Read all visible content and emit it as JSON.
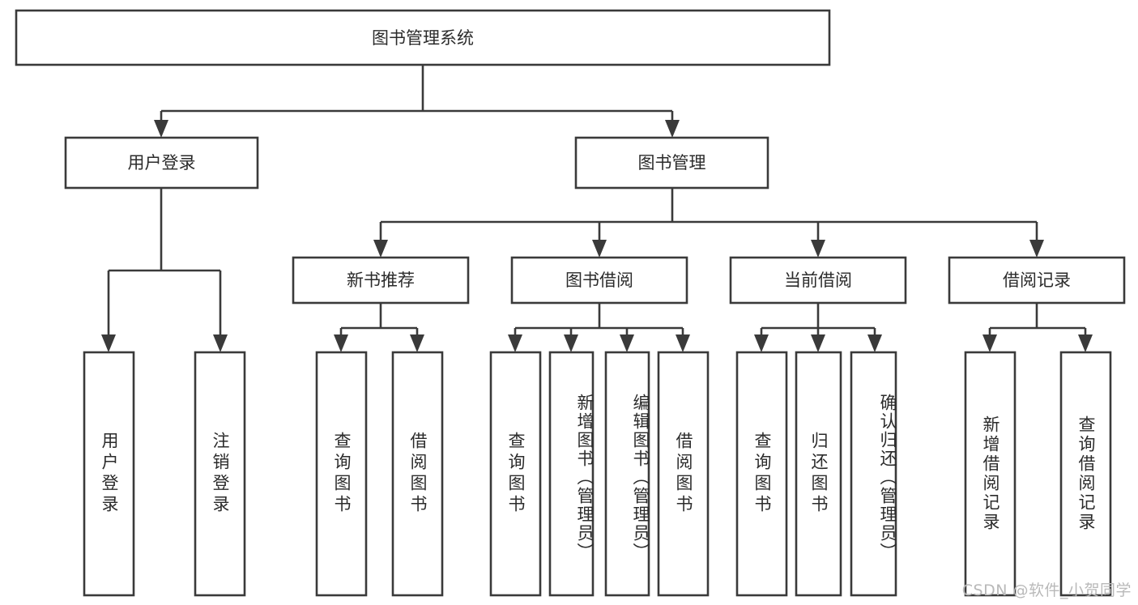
{
  "diagram": {
    "type": "tree",
    "title": "图书管理系统",
    "orientation": "top-down",
    "colors": {
      "box_stroke": "#3a3a3a",
      "box_fill": "#ffffff",
      "text": "#2b2b2b",
      "connector": "#3a3a3a",
      "watermark": "#b9b9b9",
      "background": "#ffffff"
    },
    "root": {
      "label": "图书管理系统"
    },
    "level2": [
      {
        "label": "用户登录"
      },
      {
        "label": "图书管理"
      }
    ],
    "level3": [
      {
        "label": "新书推荐"
      },
      {
        "label": "图书借阅"
      },
      {
        "label": "当前借阅"
      },
      {
        "label": "借阅记录"
      }
    ],
    "leaves": {
      "user_login": [
        {
          "label": "用户登录"
        },
        {
          "label": "注销登录"
        }
      ],
      "new_book_recommend": [
        {
          "label": "查询图书"
        },
        {
          "label": "借阅图书"
        }
      ],
      "book_borrow": [
        {
          "label": "查询图书"
        },
        {
          "label": "新增图书（管理员）"
        },
        {
          "label": "编辑图书（管理员）"
        },
        {
          "label": "借阅图书"
        }
      ],
      "current_borrow": [
        {
          "label": "查询图书"
        },
        {
          "label": "归还图书"
        },
        {
          "label": "确认归还（管理员）"
        }
      ],
      "borrow_record": [
        {
          "label": "新增借阅记录"
        },
        {
          "label": "查询借阅记录"
        }
      ]
    }
  },
  "watermark": {
    "text": "CSDN @软件_小贺同学"
  }
}
